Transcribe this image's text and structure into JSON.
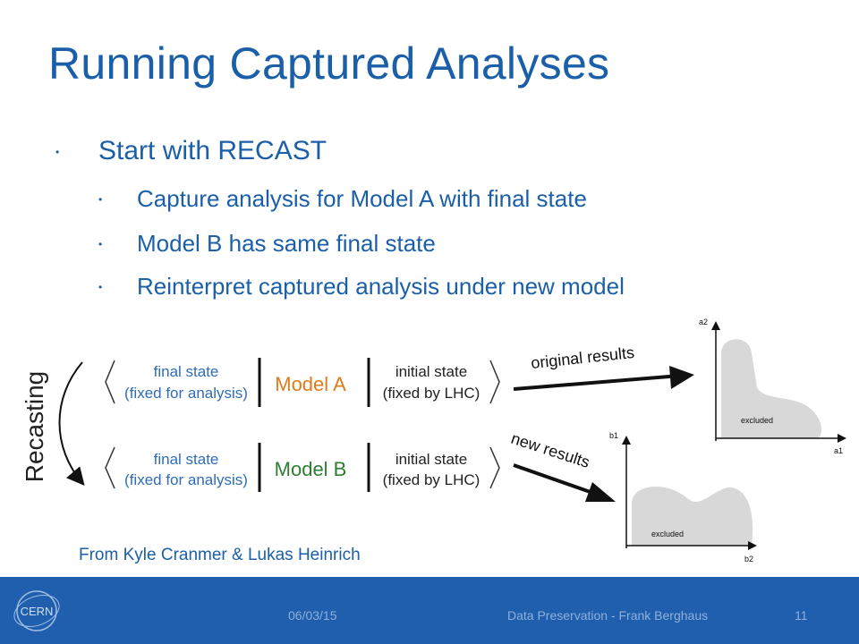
{
  "slide": {
    "title": "Running Captured Analyses",
    "bullets": [
      {
        "text": "Start with RECAST",
        "level": 1
      },
      {
        "text": "Capture analysis for Model A with final state",
        "level": 2
      },
      {
        "text": "Model B has same final state",
        "level": 2
      },
      {
        "text": "Reinterpret captured analysis under new model",
        "level": 2
      }
    ],
    "credit": "From Kyle Cranmer & Lukas Heinrich"
  },
  "diagram": {
    "recasting_label": "Recasting",
    "rows": [
      {
        "final_state_1": "final state",
        "final_state_2": "(fixed for analysis)",
        "model": "Model A",
        "model_color": "#e07b1a",
        "initial_state_1": "initial state",
        "initial_state_2": "(fixed by LHC)",
        "result_label": "original results"
      },
      {
        "final_state_1": "final state",
        "final_state_2": "(fixed for analysis)",
        "model": "Model B",
        "model_color": "#2e7d32",
        "initial_state_1": "initial state",
        "initial_state_2": "(fixed by LHC)",
        "result_label": "new results"
      }
    ],
    "plot_a": {
      "y_axis": "a2",
      "x_axis": "a1",
      "region": "excluded"
    },
    "plot_b": {
      "y_axis": "b1",
      "x_axis": "b2",
      "region": "excluded"
    }
  },
  "footer": {
    "date": "06/03/15",
    "center": "Data Preservation - Frank Berghaus",
    "page": "11",
    "logo_text": "CERN",
    "bg_color": "#1f5fae"
  }
}
